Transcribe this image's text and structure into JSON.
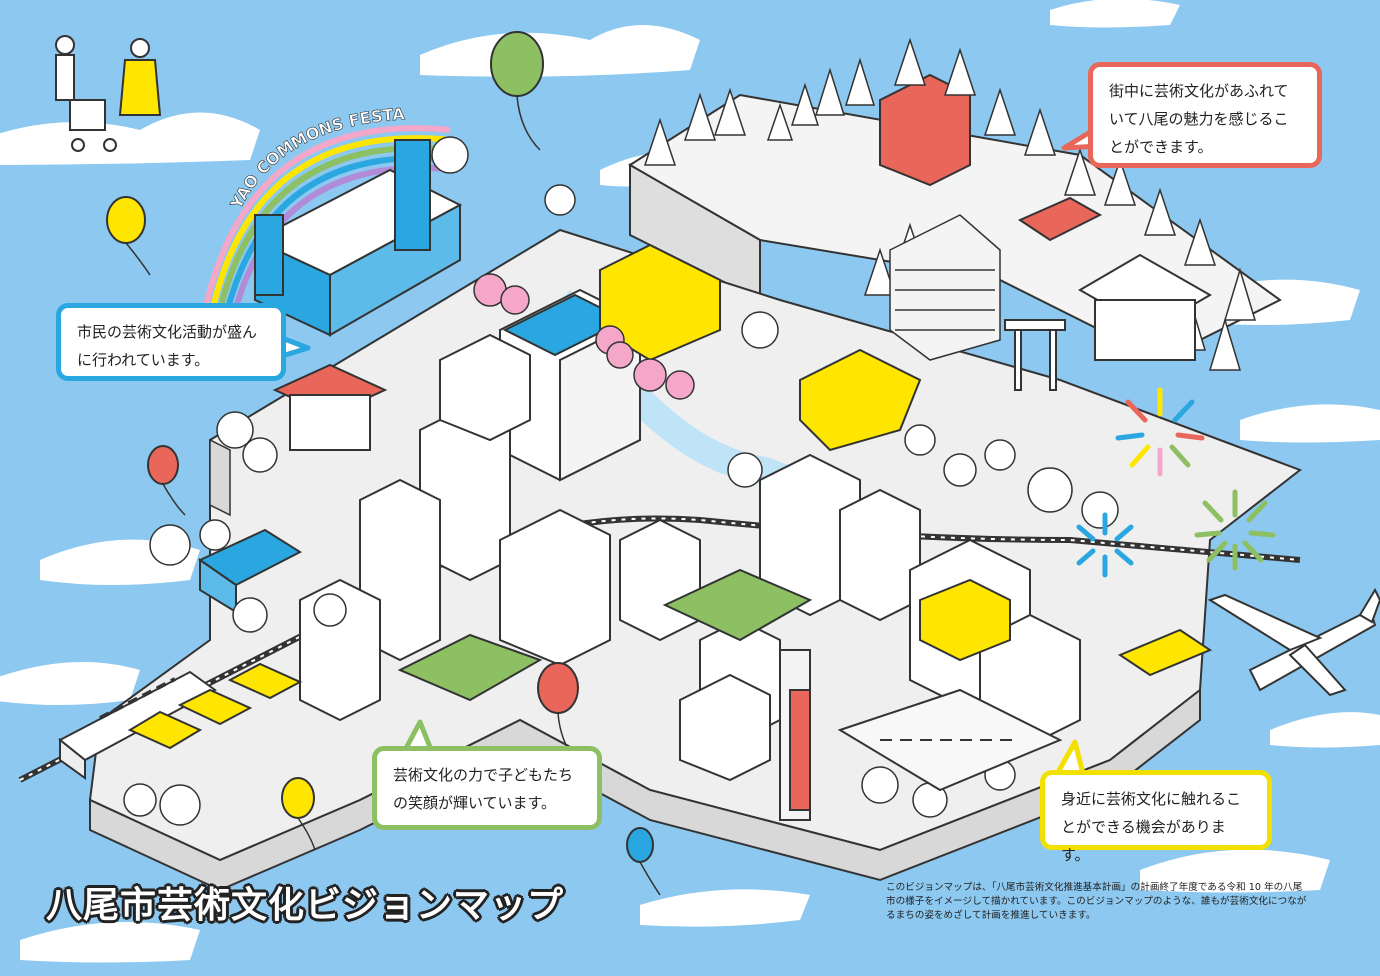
{
  "map": {
    "title": "八尾市芸術文化ビジョンマップ",
    "arch_banner": "YAO COMMONS FESTA",
    "note": "このビジョンマップは、「八尾市芸術文化推進基本計画」の計画終了年度である令和 10 年の八尾\n市の様子をイメージして描かれています。このビジョンマップのような、誰もが芸術文化につなが\nるまちの姿をめざして計画を推進していきます。"
  },
  "callouts": {
    "top_right": "街中に芸術文化があふれて\nいて八尾の魅力を感じるこ\nとができます。",
    "left": "市民の芸術文化活動が盛ん\nに行われています。",
    "bottom_center": "芸術文化の力で子どもたち\nの笑顔が輝いています。",
    "bottom_right": "身近に芸術文化に触れるこ\nとができる機会があります。"
  },
  "colors": {
    "sky": "#8cc8ef",
    "cloud": "#ffffff",
    "island": "#ececec",
    "blue_stage": "#2aa7e0",
    "yellow_accent": "#ffe600",
    "red_accent": "#e8675a",
    "green_park": "#8cc063",
    "pink_trees": "#f4a7c8"
  },
  "icons": [
    "balloon-icon",
    "tree-icon",
    "building-icon",
    "fireworks-icon",
    "airplane-icon",
    "train-icon",
    "rainbow-icon"
  ]
}
